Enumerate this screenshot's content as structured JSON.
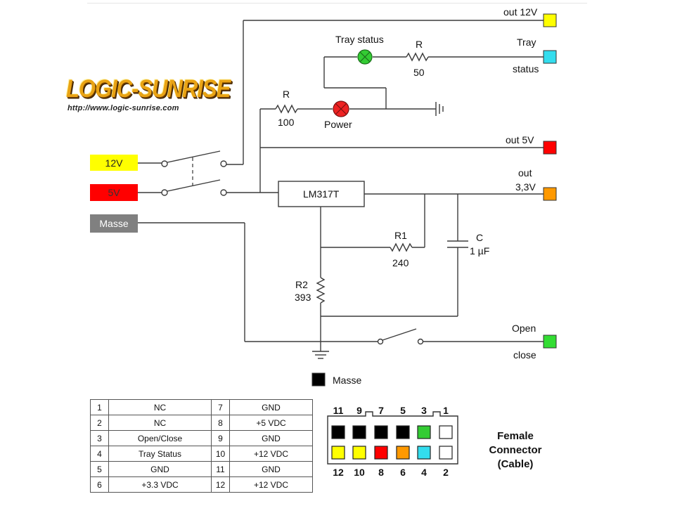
{
  "logo": {
    "title": "LOGIC-SUNRISE",
    "url": "http://www.logic-sunrise.com"
  },
  "inputs": [
    {
      "label": "12V",
      "color": "#ffff00"
    },
    {
      "label": "5V",
      "color": "#ff0000"
    },
    {
      "label": "Masse",
      "color": "#808080"
    }
  ],
  "outputs": {
    "out12v": {
      "label": "out 12V",
      "color": "#ffff00"
    },
    "tray_status": {
      "label_line1": "Tray",
      "label_line2": "status",
      "color": "#33ddee"
    },
    "out5v": {
      "label": "out 5V",
      "color": "#ff0000"
    },
    "out33v": {
      "label_line1": "out",
      "label_line2": "3,3V",
      "color": "#ff9900"
    },
    "open_close": {
      "label_line1": "Open",
      "label_line2": "close",
      "color": "#33dd33"
    },
    "masse": {
      "label": "Masse",
      "color": "#000000"
    }
  },
  "components": {
    "regulator": "LM317T",
    "tray_led": {
      "label": "Tray status",
      "color": "#33cc33"
    },
    "power_led": {
      "label": "Power",
      "color": "#ee2222"
    },
    "r_tray": {
      "name": "R",
      "value": "50"
    },
    "r_power": {
      "name": "R",
      "value": "100"
    },
    "r1": {
      "name": "R1",
      "value": "240"
    },
    "r2": {
      "name": "R2",
      "value": "393"
    },
    "cap": {
      "name": "C",
      "value": "1 µF"
    }
  },
  "pin_table": [
    {
      "pin_a": "1",
      "signal_a": "NC",
      "pin_b": "7",
      "signal_b": "GND"
    },
    {
      "pin_a": "2",
      "signal_a": "NC",
      "pin_b": "8",
      "signal_b": "+5 VDC"
    },
    {
      "pin_a": "3",
      "signal_a": "Open/Close",
      "pin_b": "9",
      "signal_b": "GND"
    },
    {
      "pin_a": "4",
      "signal_a": "Tray Status",
      "pin_b": "10",
      "signal_b": "+12 VDC"
    },
    {
      "pin_a": "5",
      "signal_a": "GND",
      "pin_b": "11",
      "signal_b": "GND"
    },
    {
      "pin_a": "6",
      "signal_a": "+3.3 VDC",
      "pin_b": "12",
      "signal_b": "+12 VDC"
    }
  ],
  "connector": {
    "label_line1": "Female Connector",
    "label_line2": "(Cable)",
    "top_numbers": [
      "11",
      "9",
      "7",
      "5",
      "3",
      "1"
    ],
    "bottom_numbers": [
      "12",
      "10",
      "8",
      "6",
      "4",
      "2"
    ],
    "top_colors": [
      "#000000",
      "#000000",
      "#000000",
      "#000000",
      "#33cc33",
      "#ffffff"
    ],
    "bottom_colors": [
      "#ffff00",
      "#ffff00",
      "#ff0000",
      "#ff9900",
      "#33ddee",
      "#ffffff"
    ]
  }
}
